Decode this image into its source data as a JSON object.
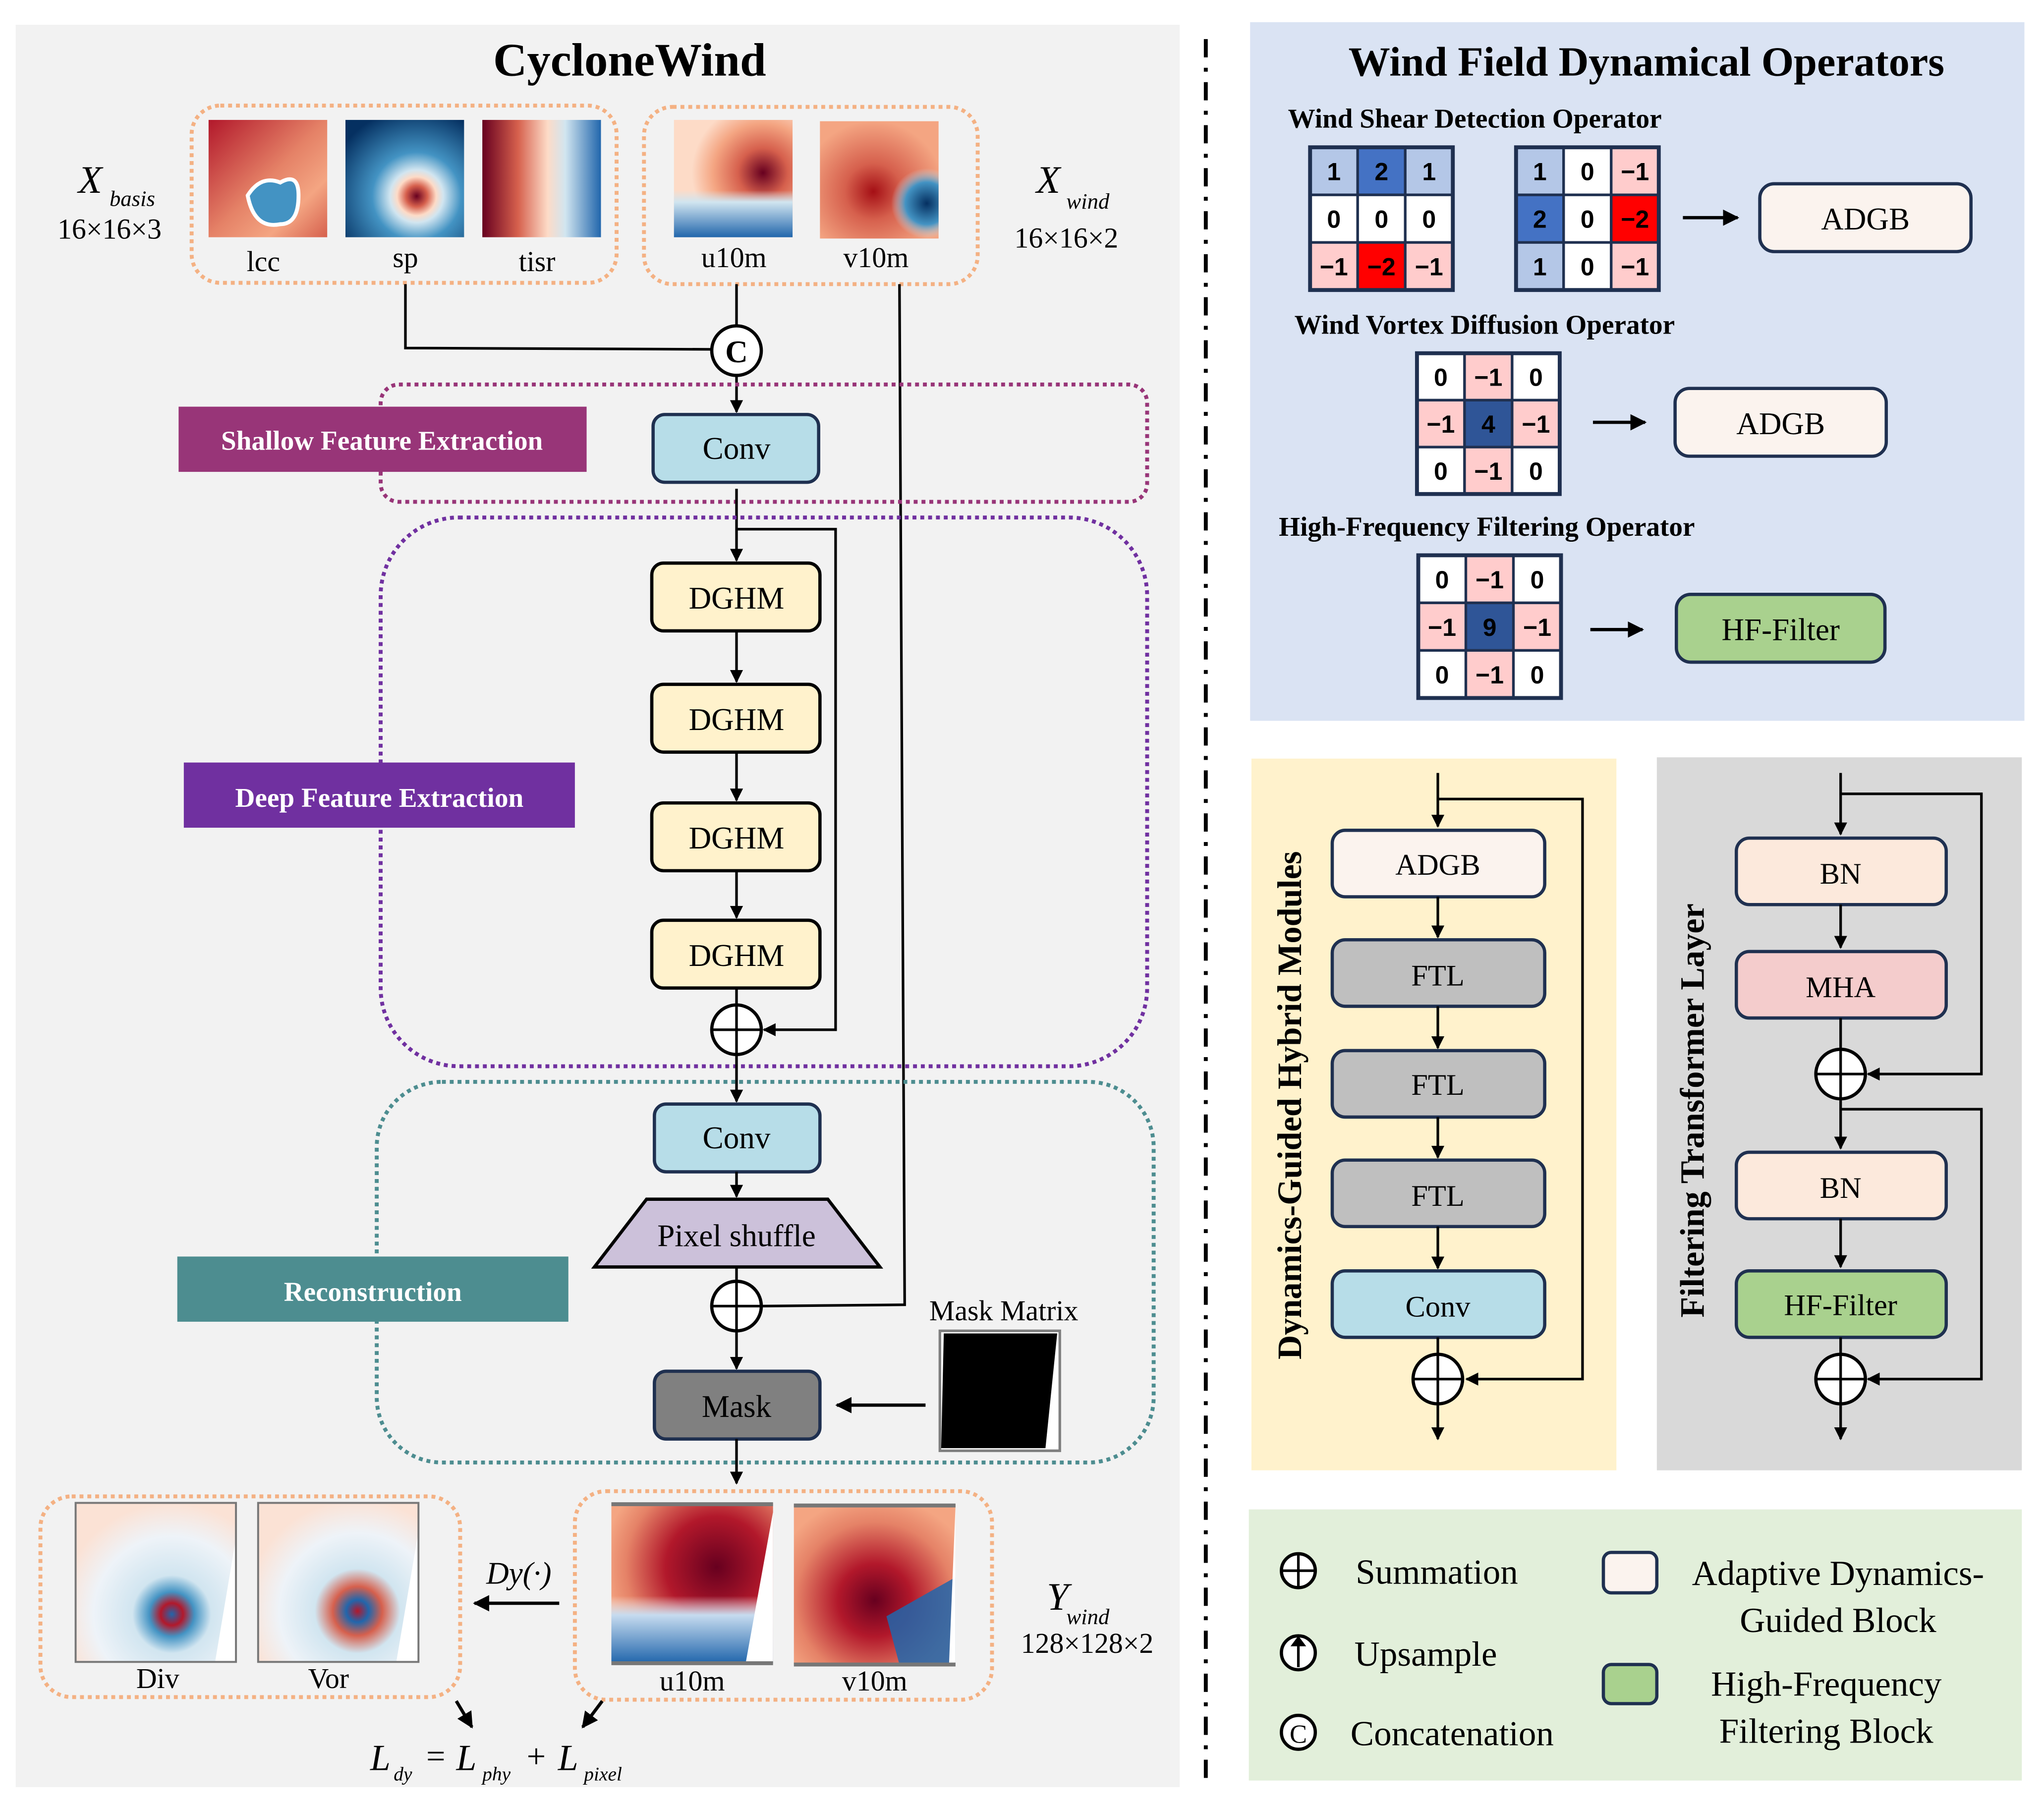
{
  "main": {
    "title": "CycloneWind",
    "inputs": {
      "basis": {
        "symbol": "X",
        "subscript": "basis",
        "shape": "16×16×3",
        "channels": [
          "lcc",
          "sp",
          "tisr"
        ]
      },
      "wind": {
        "symbol": "X",
        "subscript": "wind",
        "shape": "16×16×2",
        "channels": [
          "u10m",
          "v10m"
        ]
      }
    },
    "concat_symbol": "C",
    "stages": {
      "shallow": {
        "label": "Shallow Feature Extraction",
        "color": "#983578",
        "blocks": [
          "Conv"
        ]
      },
      "deep": {
        "label": "Deep Feature Extraction",
        "color": "#7030A0",
        "blocks": [
          "DGHM",
          "DGHM",
          "DGHM",
          "DGHM"
        ]
      },
      "reconstruction": {
        "label": "Reconstruction",
        "color": "#4D8D90",
        "blocks": [
          "Conv",
          "Pixel shuffle",
          "Mask"
        ]
      }
    },
    "mask_matrix_label": "Mask Matrix",
    "output": {
      "symbol": "Y",
      "subscript": "wind",
      "shape": "128×128×2",
      "channels": [
        "u10m",
        "v10m"
      ]
    },
    "dynamics": {
      "operator": "Dy(·)",
      "channels": [
        "Div",
        "Vor"
      ]
    },
    "loss": {
      "lhs": "L",
      "lhs_sub": "dy",
      "eq": "=",
      "t1": "L",
      "t1_sub": "phy",
      "plus": "+",
      "t2": "L",
      "t2_sub": "pixel"
    }
  },
  "operators": {
    "title": "Wind Field Dynamical Operators",
    "shear": {
      "label": "Wind Shear Detection Operator",
      "kernel_a": [
        [
          "1",
          "2",
          "1"
        ],
        [
          "0",
          "0",
          "0"
        ],
        [
          "−1",
          "−2",
          "−1"
        ]
      ],
      "kernel_b": [
        [
          "1",
          "0",
          "−1"
        ],
        [
          "2",
          "0",
          "−2"
        ],
        [
          "1",
          "0",
          "−1"
        ]
      ],
      "target": "ADGB"
    },
    "vortex": {
      "label": "Wind Vortex Diffusion Operator",
      "kernel": [
        [
          "0",
          "−1",
          "0"
        ],
        [
          "−1",
          "4",
          "−1"
        ],
        [
          "0",
          "−1",
          "0"
        ]
      ],
      "target": "ADGB"
    },
    "hf": {
      "label": "High-Frequency Filtering Operator",
      "kernel": [
        [
          "0",
          "−1",
          "0"
        ],
        [
          "−1",
          "9",
          "−1"
        ],
        [
          "0",
          "−1",
          "0"
        ]
      ],
      "target": "HF-Filter"
    }
  },
  "dghm_panel": {
    "title": "Dynamics-Guided Hybrid Modules",
    "blocks": [
      "ADGB",
      "FTL",
      "FTL",
      "FTL",
      "Conv"
    ]
  },
  "ftl_panel": {
    "title": "Filtering Transformer Layer",
    "blocks": [
      "BN",
      "MHA",
      "BN",
      "HF-Filter"
    ]
  },
  "legend": {
    "summation": "Summation",
    "upsample": "Upsample",
    "concatenation": "Concatenation",
    "adgb_line1": "Adaptive Dynamics-",
    "adgb_line2": "Guided Block",
    "hf_line1": "High-Frequency",
    "hf_line2": "Filtering Block"
  },
  "colors": {
    "left_bg": "#F2F2F2",
    "operators_bg": "#DAE3F3",
    "dghm_bg": "#FFF2CC",
    "ftl_bg": "#D9D9D9",
    "legend_bg": "#E2EFDA",
    "conv": "#B7DDE8",
    "dghm": "#FFF2CC",
    "adgb": "#FBF3EE",
    "ftl": "#BFBFBF",
    "bn": "#FCE9DC",
    "mha": "#F4CCCC",
    "hf": "#A9D18E",
    "pixel_shuffle": "#CCC1DA",
    "mask": "#808080",
    "orange_dash": "#F4B183",
    "teal_dash": "#4D8D90"
  }
}
